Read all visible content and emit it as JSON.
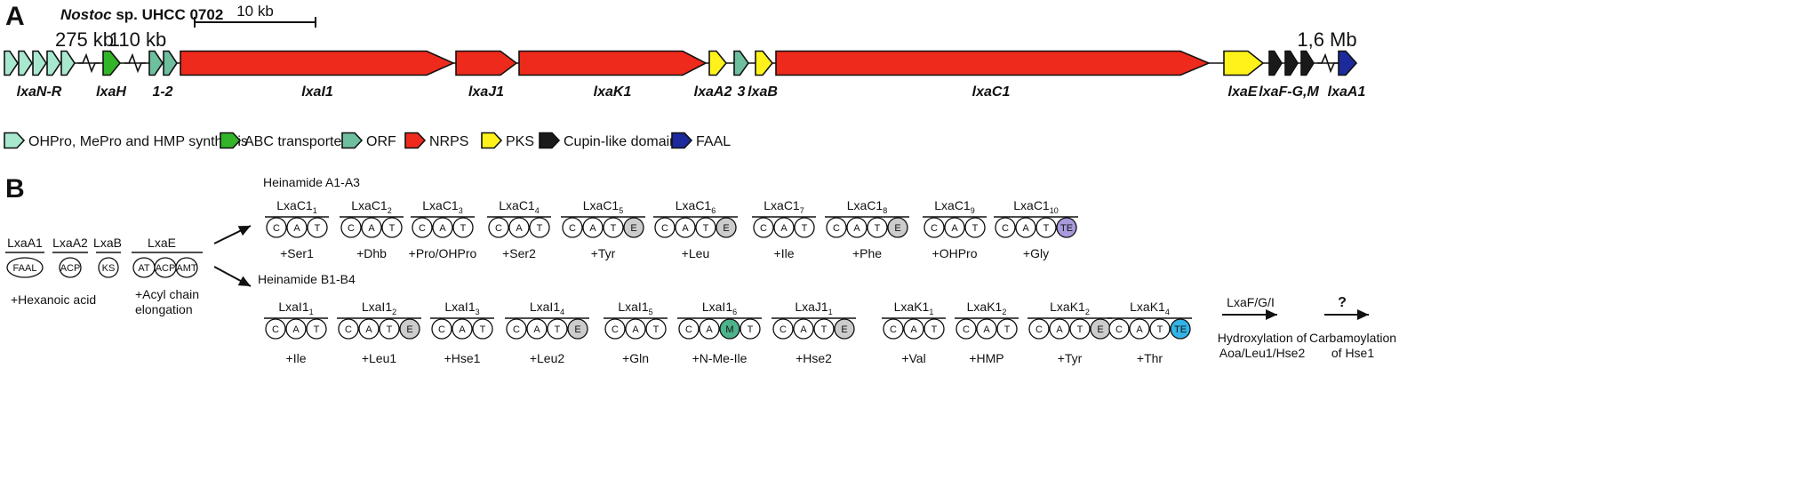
{
  "panel_a": {
    "label": "A",
    "organism_italic": "Nostoc",
    "organism_rest": " sp. UHCC 0702",
    "scale_label": "10 kb",
    "gaps": [
      "275 kb",
      "110 kb",
      "1,6 Mb"
    ],
    "genes": [
      {
        "label": "lxaN-R",
        "type": "ohpro"
      },
      {
        "label": "lxaH",
        "type": "abc"
      },
      {
        "label": "1-2",
        "type": "orf"
      },
      {
        "label": "lxaI1",
        "type": "nrps"
      },
      {
        "label": "lxaJ1",
        "type": "nrps"
      },
      {
        "label": "lxaK1",
        "type": "nrps"
      },
      {
        "label": "lxaA2",
        "type": "pks"
      },
      {
        "label": "3",
        "type": "orf"
      },
      {
        "label": "lxaB",
        "type": "pks"
      },
      {
        "label": "lxaC1",
        "type": "nrps"
      },
      {
        "label": "lxaE",
        "type": "pks"
      },
      {
        "label": "lxaF-G,M",
        "type": "cupin"
      },
      {
        "label": "lxaA1",
        "type": "faal"
      }
    ],
    "legend": [
      {
        "type": "ohpro",
        "label": "OHPro, MePro and HMP synthesis"
      },
      {
        "type": "abc",
        "label": "ABC transporter"
      },
      {
        "type": "orf",
        "label": "ORF"
      },
      {
        "type": "nrps",
        "label": "NRPS"
      },
      {
        "type": "pks",
        "label": "PKS"
      },
      {
        "type": "cupin",
        "label": "Cupin-like domain"
      },
      {
        "type": "faal",
        "label": "FAAL"
      }
    ]
  },
  "colors": {
    "ohpro": "#a8e8cf",
    "abc": "#33b52a",
    "orf": "#6dbf9e",
    "nrps": "#ee2a1c",
    "pks": "#fff21a",
    "cupin": "#1a1a1a",
    "faal": "#1d2a9c",
    "E": "#cccccc",
    "M": "#4db38a",
    "TE_purple": "#a999dd",
    "TE_blue": "#33b3e6"
  },
  "panel_b": {
    "label": "B",
    "loading": [
      {
        "name": "LxaA1",
        "domains": [
          "FAAL"
        ]
      },
      {
        "name": "LxaA2",
        "domains": [
          "ACP"
        ]
      },
      {
        "name": "LxaB",
        "domains": [
          "KS"
        ]
      },
      {
        "name": "LxaE",
        "domains": [
          "AT",
          "ACP",
          "AMT"
        ]
      }
    ],
    "loading_notes": [
      "+Hexanoic acid",
      "+Acyl chain",
      "elongation"
    ],
    "heinamide_a": {
      "title": "Heinamide A1-A3",
      "modules": [
        {
          "name": "LxaC1",
          "sub": "1",
          "domains": [
            "C",
            "A",
            "T"
          ],
          "product": "+Ser1"
        },
        {
          "name": "LxaC1",
          "sub": "2",
          "domains": [
            "C",
            "A",
            "T"
          ],
          "product": "+Dhb"
        },
        {
          "name": "LxaC1",
          "sub": "3",
          "domains": [
            "C",
            "A",
            "T"
          ],
          "product": "+Pro/OHPro"
        },
        {
          "name": "LxaC1",
          "sub": "4",
          "domains": [
            "C",
            "A",
            "T"
          ],
          "product": "+Ser2"
        },
        {
          "name": "LxaC1",
          "sub": "5",
          "domains": [
            "C",
            "A",
            "T",
            "E"
          ],
          "product": "+Tyr"
        },
        {
          "name": "LxaC1",
          "sub": "6",
          "domains": [
            "C",
            "A",
            "T",
            "E"
          ],
          "product": "+Leu"
        },
        {
          "name": "LxaC1",
          "sub": "7",
          "domains": [
            "C",
            "A",
            "T"
          ],
          "product": "+Ile"
        },
        {
          "name": "LxaC1",
          "sub": "8",
          "domains": [
            "C",
            "A",
            "T",
            "E"
          ],
          "product": "+Phe"
        },
        {
          "name": "LxaC1",
          "sub": "9",
          "domains": [
            "C",
            "A",
            "T"
          ],
          "product": "+OHPro"
        },
        {
          "name": "LxaC1",
          "sub": "10",
          "domains": [
            "C",
            "A",
            "T",
            "TE"
          ],
          "product": "+Gly"
        }
      ]
    },
    "heinamide_b": {
      "title": "Heinamide B1-B4",
      "modules": [
        {
          "name": "LxaI1",
          "sub": "1",
          "domains": [
            "C",
            "A",
            "T"
          ],
          "product": "+Ile"
        },
        {
          "name": "LxaI1",
          "sub": "2",
          "domains": [
            "C",
            "A",
            "T",
            "E"
          ],
          "product": "+Leu1"
        },
        {
          "name": "LxaI1",
          "sub": "3",
          "domains": [
            "C",
            "A",
            "T"
          ],
          "product": "+Hse1"
        },
        {
          "name": "LxaI1",
          "sub": "4",
          "domains": [
            "C",
            "A",
            "T",
            "E"
          ],
          "product": "+Leu2"
        },
        {
          "name": "LxaI1",
          "sub": "5",
          "domains": [
            "C",
            "A",
            "T"
          ],
          "product": "+Gln"
        },
        {
          "name": "LxaI1",
          "sub": "6",
          "domains": [
            "C",
            "A",
            "M",
            "T"
          ],
          "product": "+N-Me-Ile"
        },
        {
          "name": "LxaJ1",
          "sub": "1",
          "domains": [
            "C",
            "A",
            "T",
            "E"
          ],
          "product": "+Hse2"
        },
        {
          "name": "LxaK1",
          "sub": "1",
          "domains": [
            "C",
            "A",
            "T"
          ],
          "product": "+Val"
        },
        {
          "name": "LxaK1",
          "sub": "2",
          "domains": [
            "C",
            "A",
            "T"
          ],
          "product": "+HMP"
        },
        {
          "name": "LxaK1",
          "sub": "2",
          "domains": [
            "C",
            "A",
            "T",
            "E"
          ],
          "product": "+Tyr"
        },
        {
          "name": "LxaK1",
          "sub": "4",
          "domains": [
            "C",
            "A",
            "T",
            "TE"
          ],
          "product": "+Thr"
        }
      ]
    },
    "tailoring": [
      {
        "enzyme": "LxaF/G/I",
        "lines": [
          "Hydroxylation of",
          "Aoa/Leu1/Hse2"
        ]
      },
      {
        "enzyme": "?",
        "lines": [
          "Carbamoylation",
          "of Hse1"
        ]
      }
    ]
  }
}
